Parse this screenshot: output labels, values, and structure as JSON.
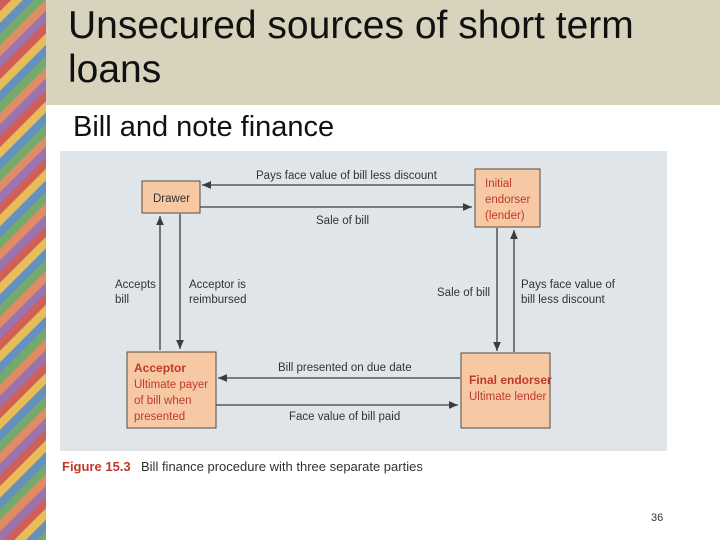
{
  "slide": {
    "title": "Unsecured sources of short term loans",
    "subtitle": "Bill and note finance",
    "page_number": "36"
  },
  "diagram": {
    "boxes": {
      "drawer": [
        "Drawer"
      ],
      "initial_endorser": [
        "Initial",
        "endorser",
        "(lender)"
      ],
      "acceptor_bold": "Acceptor",
      "acceptor": [
        "Ultimate payer",
        "of bill when",
        "presented"
      ],
      "final_endorser_bold": "Final endorser",
      "final_endorser": [
        "Ultimate lender"
      ]
    },
    "arrow_labels": {
      "top_left": "Pays face value of bill less discount",
      "top_right": "Sale of bill",
      "left_up": [
        "Accepts",
        "bill"
      ],
      "left_down": [
        "Acceptor is",
        "reimbursed"
      ],
      "right_down": "Sale of bill",
      "right_up": [
        "Pays face value of",
        "bill less discount"
      ],
      "bottom_left": "Bill presented on due date",
      "bottom_right": "Face value of bill paid"
    },
    "caption_number": "Figure 15.3",
    "caption_text": "Bill finance procedure with three separate parties"
  },
  "colors": {
    "box_fill": "#f6c9a4",
    "figure_bg": "#dfe5e8",
    "accent_red": "#c0392b",
    "title_band": "#d8d3bd"
  }
}
